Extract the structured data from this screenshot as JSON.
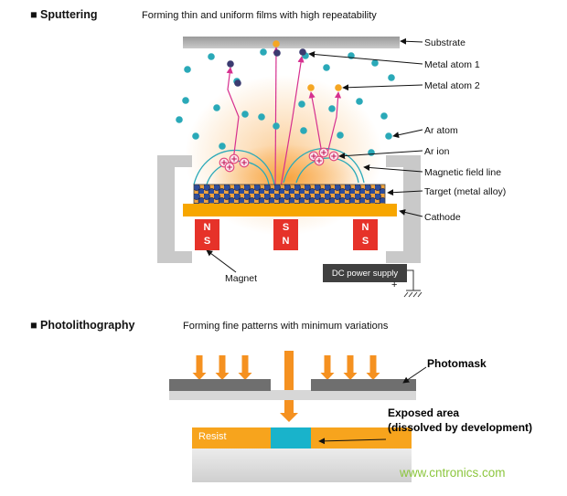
{
  "colors": {
    "glow_orange": "#F7941D",
    "cathode_yellow": "#F7A600",
    "target_orange": "#EFA33C",
    "target_dot_blue": "#2E4D9B",
    "ar_atom_teal": "#2AA9B8",
    "metal_atom_navy": "#3B3B70",
    "metal_atom_orange": "#F5A623",
    "trajectory_magenta": "#D6308F",
    "ar_ion_red": "#E0457B",
    "magnet_red": "#E63229",
    "chamber_gray": "#C9C9C9",
    "mask_dark_gray": "#6F6F6F",
    "resist_orange": "#F7A41D",
    "exposed_cyan": "#19B3CB",
    "uv_arrow_orange": "#F59120",
    "dc_box_dark": "#404040",
    "watermark_green": "#8CC63E"
  },
  "sputtering": {
    "heading": "■ Sputtering",
    "subtitle": "Forming thin and uniform films with high repeatability",
    "labels": {
      "substrate": "Substrate",
      "metal_atom_1": "Metal atom 1",
      "metal_atom_2": "Metal atom 2",
      "ar_atom": "Ar atom",
      "ar_ion": "Ar ion",
      "magnetic_field_line": "Magnetic field line",
      "target": "Target (metal alloy)",
      "cathode": "Cathode",
      "magnet": "Magnet",
      "dc_power_supply": "DC power supply",
      "plus": "+"
    },
    "magnets": [
      {
        "top": "N",
        "bottom": "S"
      },
      {
        "top": "S",
        "bottom": "N"
      },
      {
        "top": "N",
        "bottom": "S"
      }
    ]
  },
  "photolithography": {
    "heading": "■ Photolithography",
    "subtitle": "Forming fine patterns with minimum variations",
    "labels": {
      "photomask": "Photomask",
      "exposed_area_line1": "Exposed area",
      "exposed_area_line2": "(dissolved by development)",
      "resist": "Resist"
    }
  },
  "watermark": "www.cntronics.com"
}
